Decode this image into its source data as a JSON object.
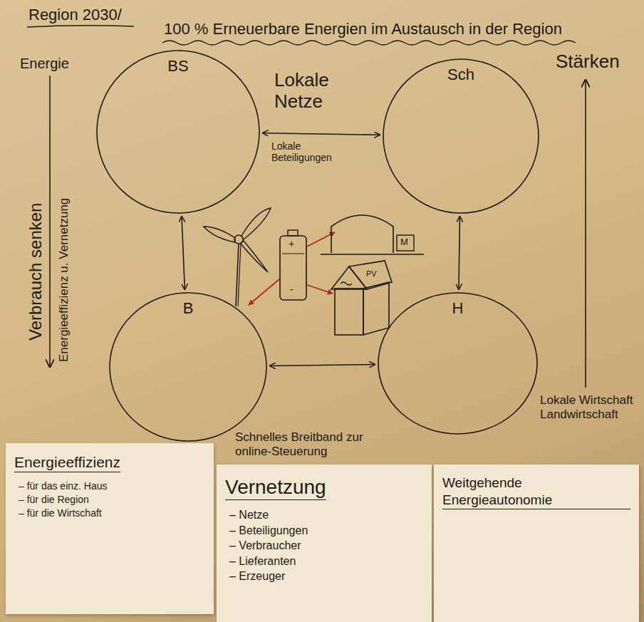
{
  "diagram": {
    "title": "100 % Erneuerbare Energien im Austausch in der Region",
    "nodes": [
      {
        "text": [
          "BS"
        ]
      },
      {
        "text": [
          "Sch"
        ]
      },
      {
        "text": [
          "B"
        ]
      },
      {
        "text": [
          "H"
        ]
      },
      {
        "text": [
          "Energieeffizienz",
          "– für das einz. Haus",
          "– für die Region",
          "– für die Wirtschaft"
        ]
      },
      {
        "text": [
          "Vernetzung",
          "– Netze",
          "– Beteiligungen",
          "– Verbraucher",
          "– Lieferanten",
          "– Erzeuger"
        ]
      },
      {
        "text": [
          "Weitgehende Energieautonomie"
        ]
      }
    ],
    "edges": [
      {
        "from": 0,
        "to": 1,
        "arrow": "both",
        "label": "Lokale Beteiligungen"
      },
      {
        "from": 0,
        "to": 2,
        "arrow": "both"
      },
      {
        "from": 1,
        "to": 3,
        "arrow": "both"
      },
      {
        "from": 2,
        "to": 3,
        "arrow": "both"
      }
    ],
    "labels": [
      "Region 2030/",
      "Lokale Netze",
      "Energie",
      "Verbrauch senken",
      "Energieeffizienz u. Vernetzung",
      "Stärken",
      "Lokale Wirtschaft Landwirtschaft",
      "Schnelles Breitband zur online-Steuerung",
      "M",
      "PV",
      "+",
      "-"
    ]
  }
}
